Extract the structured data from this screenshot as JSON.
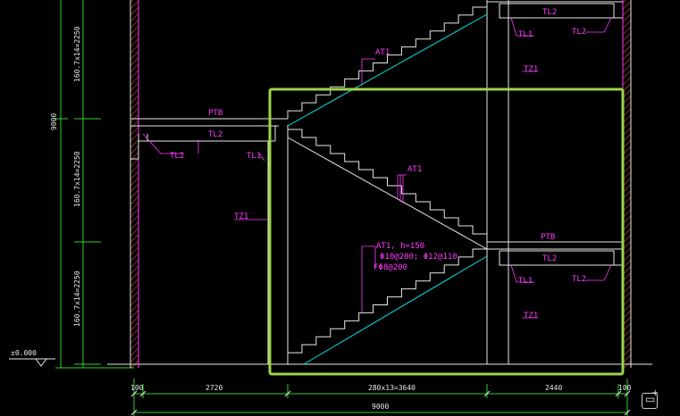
{
  "labels": {
    "at1_top": "AT1",
    "at1_mid": "AT1",
    "ptb_left": "PTB",
    "ptb_right": "PTB",
    "tl2_left": "TL2",
    "tl2_left_beam": "TL2",
    "tl1_left": "TL1",
    "tz1_left": "TZ1",
    "tl2_top_a": "TL2",
    "tl1_top": "TL1",
    "tl2_top_b": "TL2",
    "tz1_top": "TZ1",
    "tl2_mid_a": "TL2",
    "tl1_mid": "TL1",
    "tl2_mid_b": "TL2",
    "tz1_mid": "TZ1",
    "spec_line1": "AT1, h=150",
    "spec_line2": "Φ10@200; Φ12@110",
    "spec_line3": "FΦ8@200"
  },
  "dims": {
    "vertical_total": "9000",
    "seg_top": "160.7x14=2250",
    "seg_mid": "160.7x14=2250",
    "seg_bot": "160.7x14=2250",
    "level": "±0.000",
    "h_100_left": "100",
    "h_2720": "2720",
    "h_run": "280x13=3640",
    "h_2440": "2440",
    "h_100_right": "100",
    "h_total": "9000"
  },
  "colors": {
    "background": "#000000",
    "line": "#e8e8e8",
    "cyan": "#00e5e5",
    "green": "#2fd02f",
    "magenta": "#ff3cff",
    "hatch": "#ff5050",
    "highlight": "#9bd54a"
  },
  "icons": {
    "corner_tool": "image-add-icon"
  }
}
